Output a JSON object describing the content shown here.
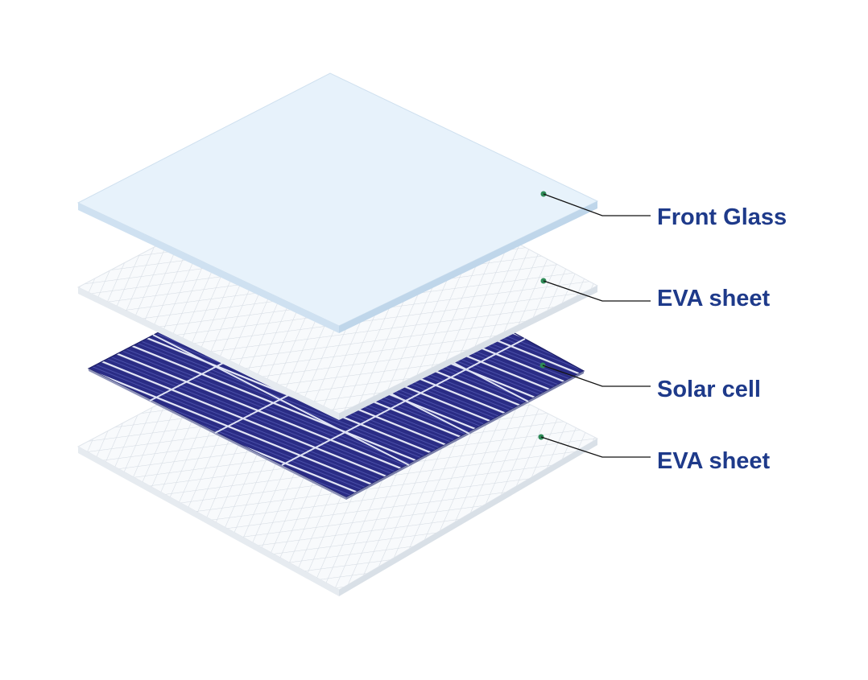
{
  "diagram": {
    "layers": [
      {
        "label": "Front Glass",
        "kind": "glass"
      },
      {
        "label": "EVA sheet",
        "kind": "eva"
      },
      {
        "label": "Solar cell",
        "kind": "cell"
      },
      {
        "label": "EVA sheet",
        "kind": "eva"
      }
    ]
  },
  "colors": {
    "label_text": "#1e3a8a",
    "glass_top": "#e8f3fb",
    "glass_edge": "#c9def0",
    "eva_top": "#f7f9fb",
    "eva_grid": "#d6dde4",
    "cell_fill": "#2b2d86",
    "cell_line": "#dfe3f5",
    "callout_dot": "#2e8b57",
    "callout_line": "#111111"
  }
}
